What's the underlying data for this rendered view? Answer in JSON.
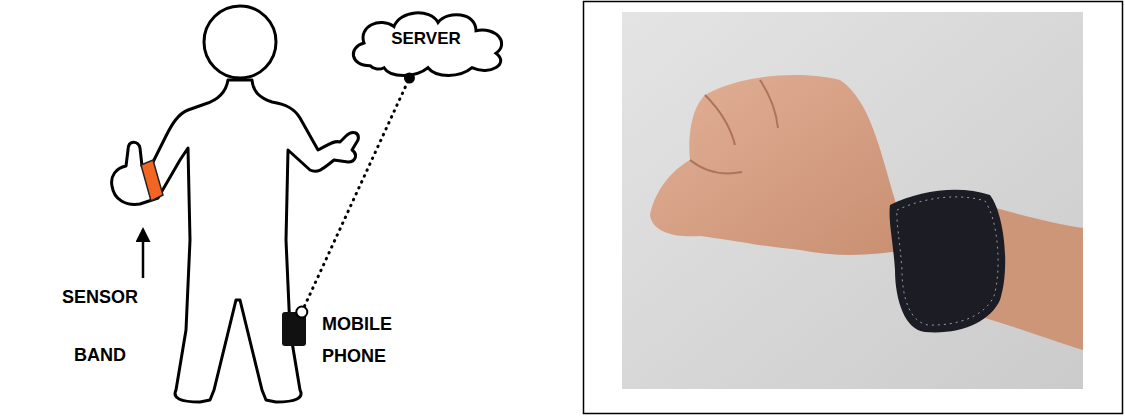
{
  "diagram": {
    "nodes": [
      {
        "text": [
          "SERVER"
        ]
      },
      {
        "text": [
          "MOBILE PHONE"
        ]
      }
    ],
    "edges": [
      {
        "from": 1,
        "to": 0,
        "arrow": "none"
      }
    ],
    "labels": [
      "SENSOR BAND"
    ]
  }
}
